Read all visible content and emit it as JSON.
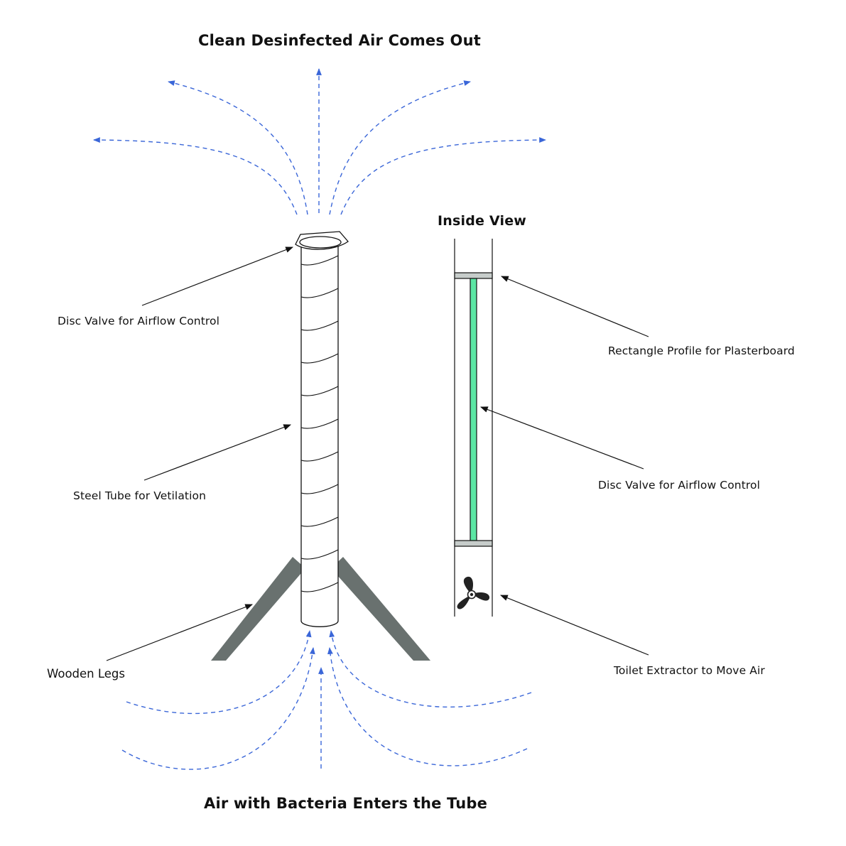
{
  "titles": {
    "top": "Clean Desinfected Air Comes Out",
    "bottom": "Air with Bacteria Enters the Tube",
    "inside_view": "Inside View"
  },
  "labels": {
    "disc_valve_left": "Disc Valve for Airflow Control",
    "steel_tube": "Steel Tube for Vetilation",
    "wooden_legs": "Wooden Legs",
    "rect_profile": "Rectangle Profile for Plasterboard",
    "disc_valve_right": "Disc Valve for Airflow Control",
    "toilet_extractor": "Toilet Extractor to Move Air"
  },
  "colors": {
    "airflow": "#3a66d8",
    "legs": "#69716f",
    "valve_green": "#5ce6a4",
    "profile_grey": "#c6ccca",
    "line": "#111111"
  }
}
